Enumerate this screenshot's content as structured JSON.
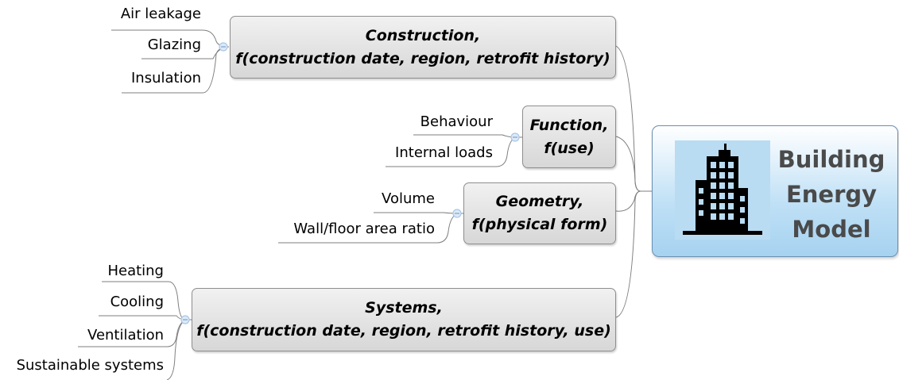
{
  "central": {
    "title_line1": "Building",
    "title_line2": "Energy",
    "title_line3": "Model",
    "icon": "building-icon"
  },
  "nodes": {
    "construction": {
      "line1": "Construction,",
      "line2": "f(construction date, region, retrofit history)",
      "leaves": [
        "Air leakage",
        "Glazing",
        "Insulation"
      ]
    },
    "function": {
      "line1": "Function,",
      "line2": "f(use)",
      "leaves": [
        "Behaviour",
        "Internal loads"
      ]
    },
    "geometry": {
      "line1": "Geometry,",
      "line2": "f(physical form)",
      "leaves": [
        "Volume",
        "Wall/floor area ratio"
      ]
    },
    "systems": {
      "line1": "Systems,",
      "line2": "f(construction date, region, retrofit history, use)",
      "leaves": [
        "Heating",
        "Cooling",
        "Ventilation",
        "Sustainable systems"
      ]
    }
  },
  "colors": {
    "node_border": "#8e8e8e",
    "central_fill": "#a6d2f0",
    "connector": "#7f7f7f",
    "collapse_dot": "#a9c7e8"
  }
}
